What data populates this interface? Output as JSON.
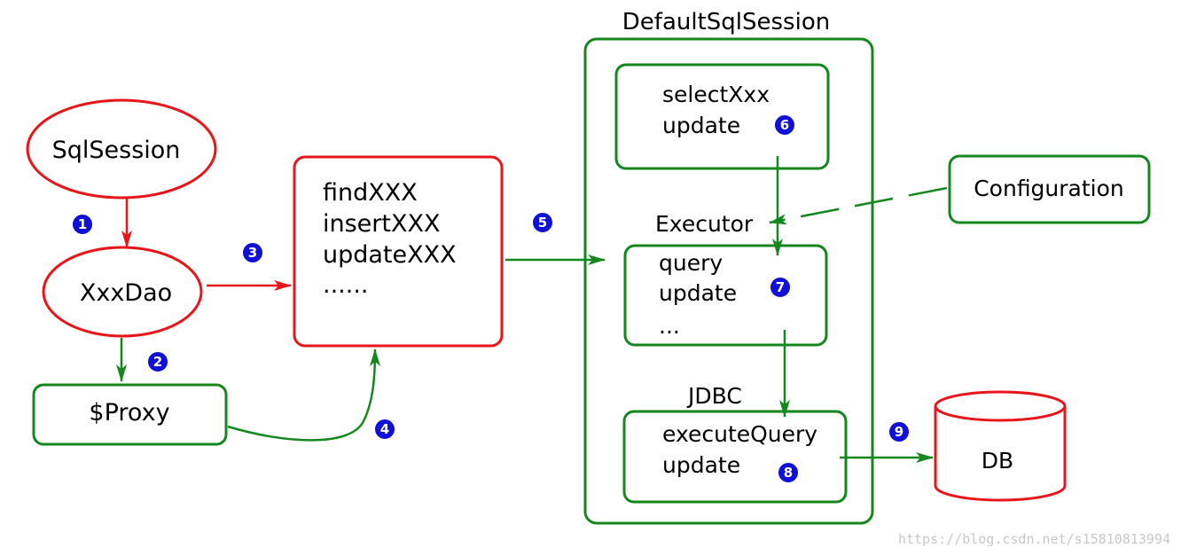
{
  "nodes": {
    "sqlsession": {
      "label": "SqlSession"
    },
    "xxxdao": {
      "label": "XxxDao"
    },
    "proxy": {
      "label": "$Proxy"
    },
    "methods": {
      "lines": [
        "findXXX",
        "insertXXX",
        "updateXXX",
        "......"
      ]
    },
    "default_sql_session": {
      "title": "DefaultSqlSession"
    },
    "selectxxx": {
      "lines": [
        "selectXxx",
        "update"
      ]
    },
    "executor": {
      "title": "Executor",
      "lines": [
        "query",
        "update",
        "..."
      ]
    },
    "jdbc": {
      "title": "JDBC",
      "lines": [
        "executeQuery",
        "update"
      ]
    },
    "configuration": {
      "label": "Configuration"
    },
    "db": {
      "label": "DB"
    }
  },
  "steps": [
    "1",
    "2",
    "3",
    "4",
    "5",
    "6",
    "7",
    "8",
    "9"
  ],
  "colors": {
    "red": "#e8161b",
    "green": "#14871e",
    "badge": "#1010d8"
  },
  "watermark": "https://blog.csdn.net/s15810813994"
}
